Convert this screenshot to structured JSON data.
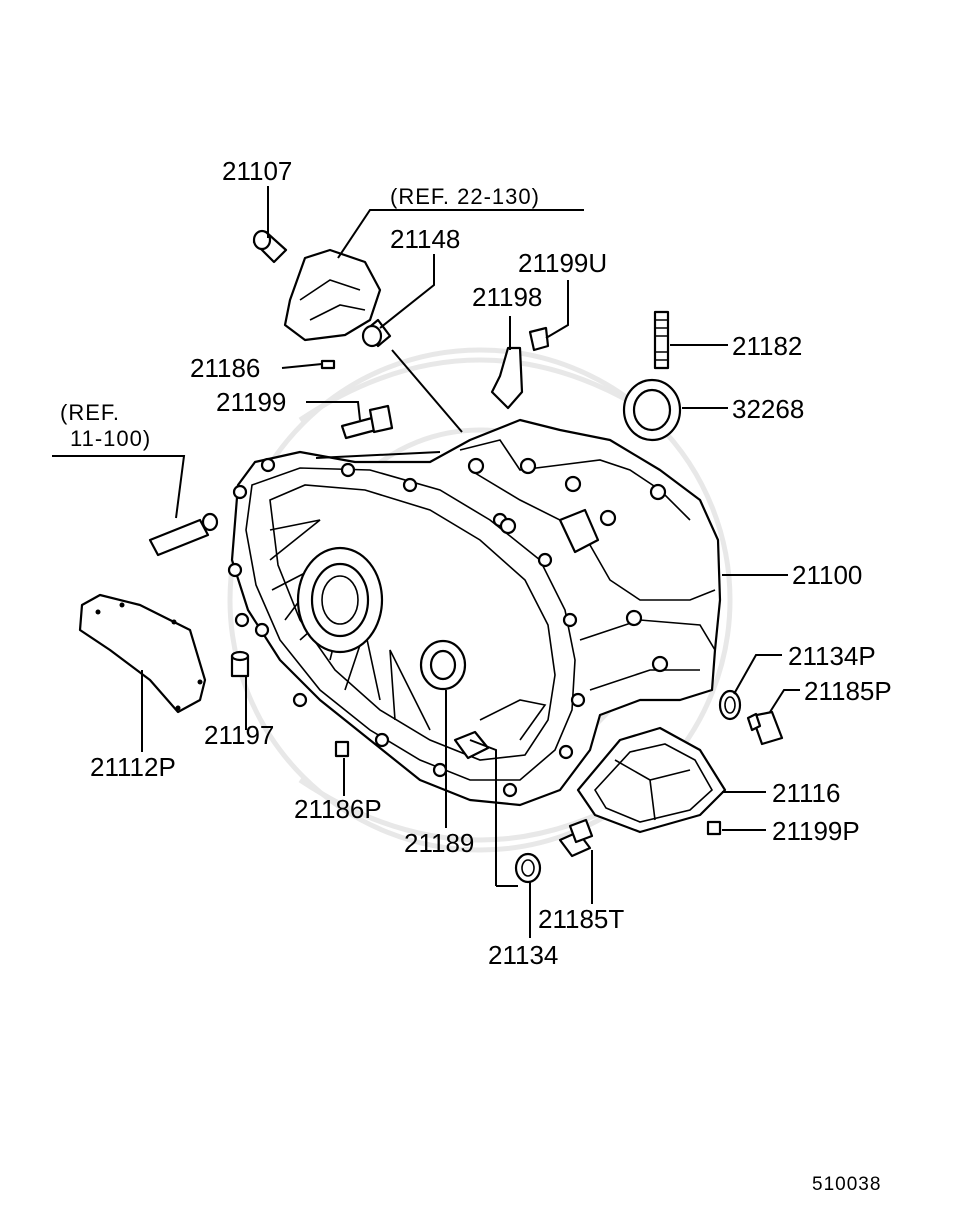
{
  "diagram": {
    "refs": {
      "ref_22_130": "(REF. 22-130)",
      "ref_11_100_line1": "(REF.",
      "ref_11_100_line2": "11-100)"
    },
    "labels": {
      "p21107": "21107",
      "p21148": "21148",
      "p21199U": "21199U",
      "p21198": "21198",
      "p21182": "21182",
      "p32268": "32268",
      "p21186": "21186",
      "p21199": "21199",
      "p21100": "21100",
      "p21134P": "21134P",
      "p21185P": "21185P",
      "p21197": "21197",
      "p21112P": "21112P",
      "p21116": "21116",
      "p21186P": "21186P",
      "p21199P": "21199P",
      "p21189": "21189",
      "p21185T": "21185T",
      "p21134": "21134"
    },
    "diagram_code": "510038"
  }
}
